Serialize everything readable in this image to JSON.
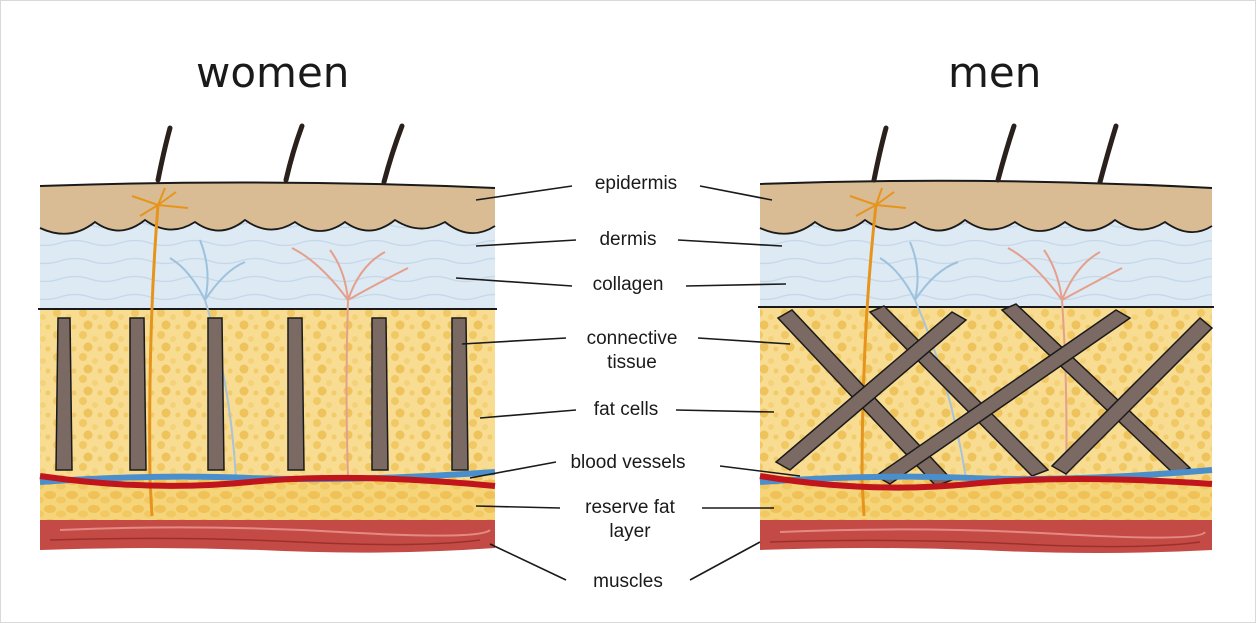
{
  "panels": {
    "left_title": "women",
    "right_title": "men"
  },
  "labels": {
    "epidermis": "epidermis",
    "dermis": "dermis",
    "collagen": "collagen",
    "connective": "connective\ntissue",
    "fat_cells": "fat cells",
    "blood_vessels": "blood vessels",
    "reserve_fat": "reserve fat\nlayer",
    "muscles": "muscles"
  },
  "colors": {
    "epidermis": "#d9bc93",
    "dermis": "#dde9f3",
    "fat": "#f7dc92",
    "fat_dots": "#f0c664",
    "reserve_fat": "#f4cf6d",
    "muscle": "#c34a45",
    "artery": "#c0151d",
    "vein": "#4a8fcb",
    "connective": "#7b6a63",
    "nerve": "#e6951c"
  }
}
